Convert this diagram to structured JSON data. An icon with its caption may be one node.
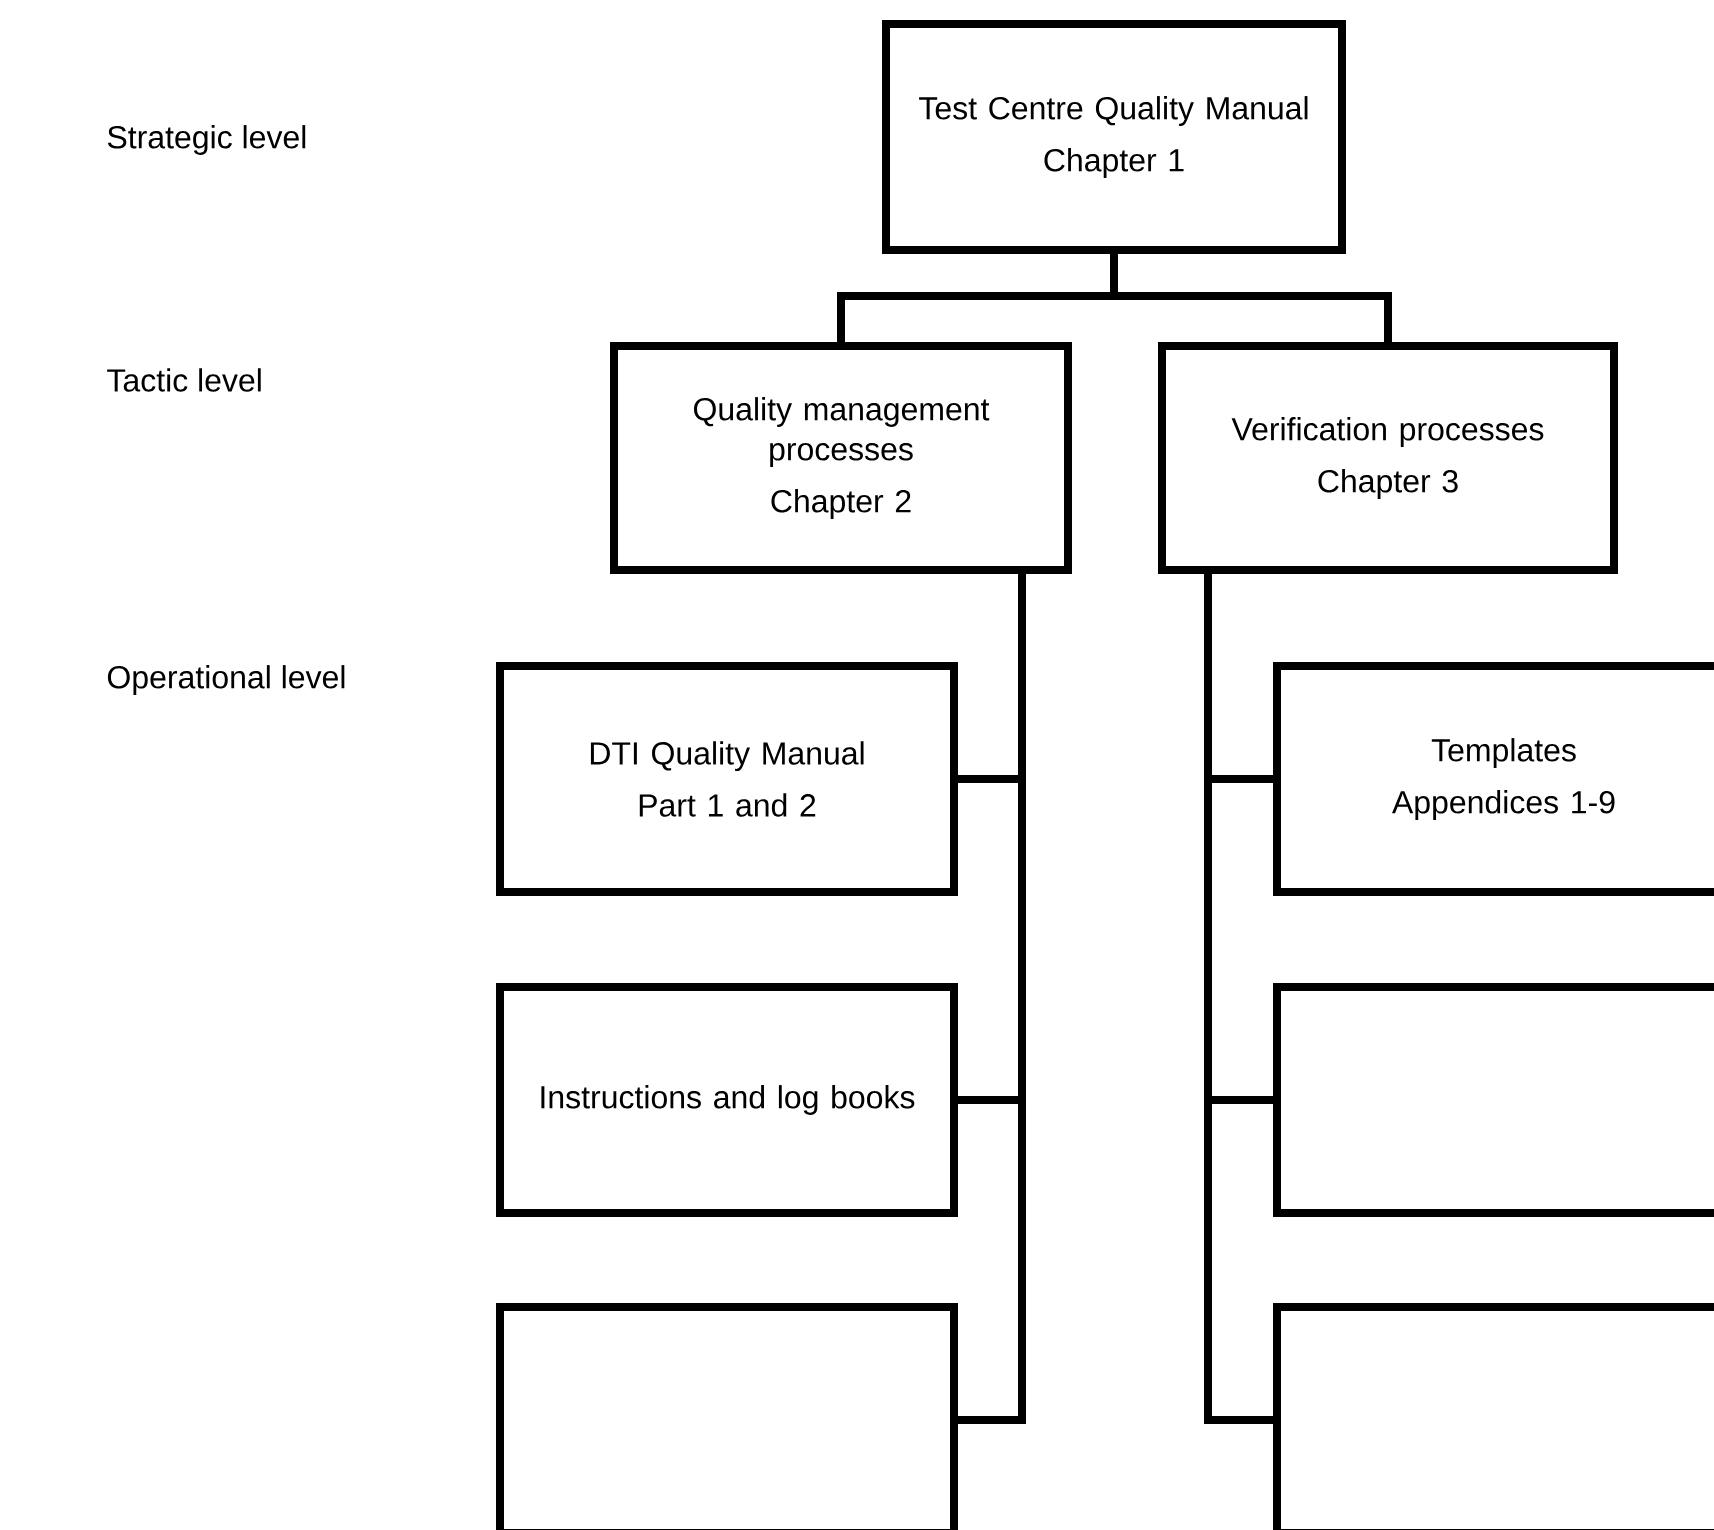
{
  "diagram": {
    "nodes": [
      {
        "text": [
          "Test Centre Quality Manual",
          "Chapter 1"
        ]
      },
      {
        "text": [
          "Quality management processes",
          "Chapter 2"
        ]
      },
      {
        "text": [
          "Verification processes",
          "Chapter 3"
        ]
      },
      {
        "text": [
          "DTI Quality Manual",
          "Part 1 and 2"
        ]
      },
      {
        "text": [
          "Templates",
          "Appendices 1-9"
        ]
      },
      {
        "text": [
          "Instructions and log books"
        ]
      },
      {
        "text": [],
        "shape": "box"
      },
      {
        "text": [],
        "shape": "box"
      },
      {
        "text": [],
        "shape": "box"
      }
    ],
    "edges": [
      {
        "from": 0,
        "to": 1,
        "arrow": "none"
      },
      {
        "from": 0,
        "to": 2,
        "arrow": "none"
      },
      {
        "from": 1,
        "to": 3,
        "arrow": "none"
      },
      {
        "from": 1,
        "to": 5,
        "arrow": "none"
      },
      {
        "from": 1,
        "to": 7,
        "arrow": "none"
      },
      {
        "from": 2,
        "to": 4,
        "arrow": "none"
      },
      {
        "from": 2,
        "to": 6,
        "arrow": "none"
      },
      {
        "from": 2,
        "to": 8,
        "arrow": "none"
      }
    ],
    "labels": [
      "Strategic level",
      "Tactic level",
      "Operational level"
    ]
  }
}
